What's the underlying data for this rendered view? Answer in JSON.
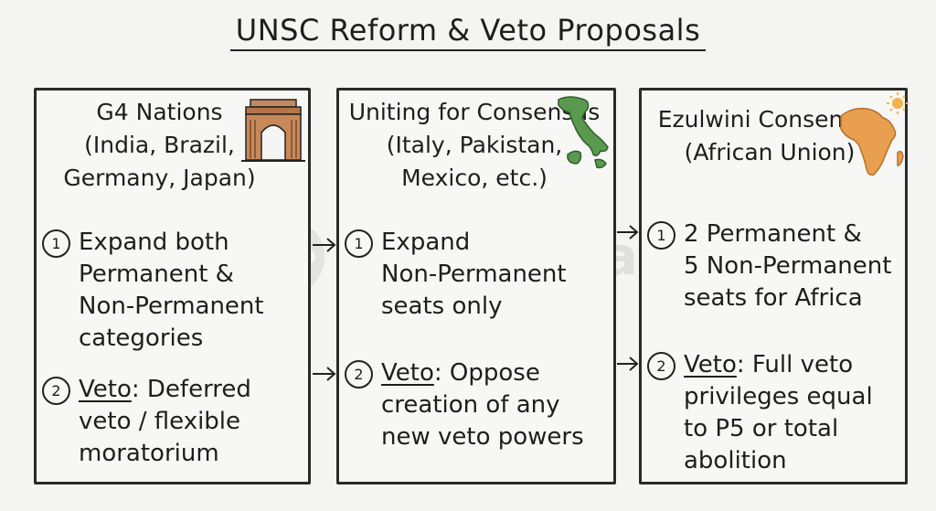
{
  "title": "UNSC Reform & Veto Proposals",
  "watermark": "superkalam",
  "panels": {
    "g4": {
      "heading": [
        "G4 Nations",
        "(India, Brazil,",
        "Germany, Japan)"
      ],
      "icon": "india-gate-icon",
      "point1": {
        "num": "1",
        "lines": [
          "Expand both",
          "Permanent &",
          "Non-Permanent",
          "categories"
        ]
      },
      "point2": {
        "num": "2",
        "label": "Veto",
        "lines": [
          ": Deferred",
          "veto / flexible",
          "moratorium"
        ]
      }
    },
    "ufc": {
      "heading": [
        "Uniting for Consensus",
        "(Italy, Pakistan,",
        "Mexico, etc.)"
      ],
      "icon": "italy-map-icon",
      "point1": {
        "num": "1",
        "lines": [
          "Expand",
          "Non-Permanent",
          "seats only"
        ]
      },
      "point2": {
        "num": "2",
        "label": "Veto",
        "lines": [
          ": Oppose",
          "creation of any",
          "new veto powers"
        ]
      }
    },
    "ezu": {
      "heading": [
        "Ezulwini Consensus",
        "(African Union)"
      ],
      "icon": "africa-map-icon",
      "point1": {
        "num": "1",
        "lines": [
          "2 Permanent &",
          "5 Non-Permanent",
          "seats for Africa"
        ]
      },
      "point2": {
        "num": "2",
        "label": "Veto",
        "lines": [
          ": Full veto",
          "privileges equal",
          "to P5 or total",
          "abolition"
        ]
      }
    }
  },
  "colors": {
    "ink": "#1e1e1e",
    "italy_green": "#5a9a4e",
    "africa_orange": "#e8a050",
    "gate_brown": "#b5744a"
  }
}
